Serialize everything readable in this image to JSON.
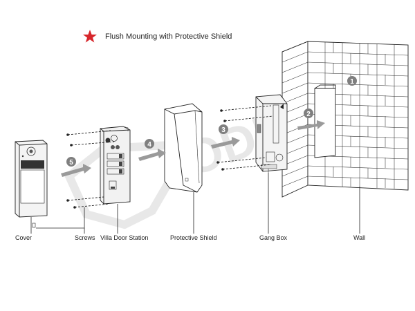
{
  "title": {
    "text": "Flush Mounting with Protective Shield",
    "star_color": "#d7262b"
  },
  "steps": [
    "1",
    "2",
    "3",
    "4",
    "5"
  ],
  "labels": {
    "cover": "Cover",
    "screws": "Screws",
    "villa": "Villa Door Station",
    "shield": "Protective Shield",
    "gang": "Gang Box",
    "wall": "Wall"
  },
  "watermark": "ODIN TECHNOLOGIES"
}
